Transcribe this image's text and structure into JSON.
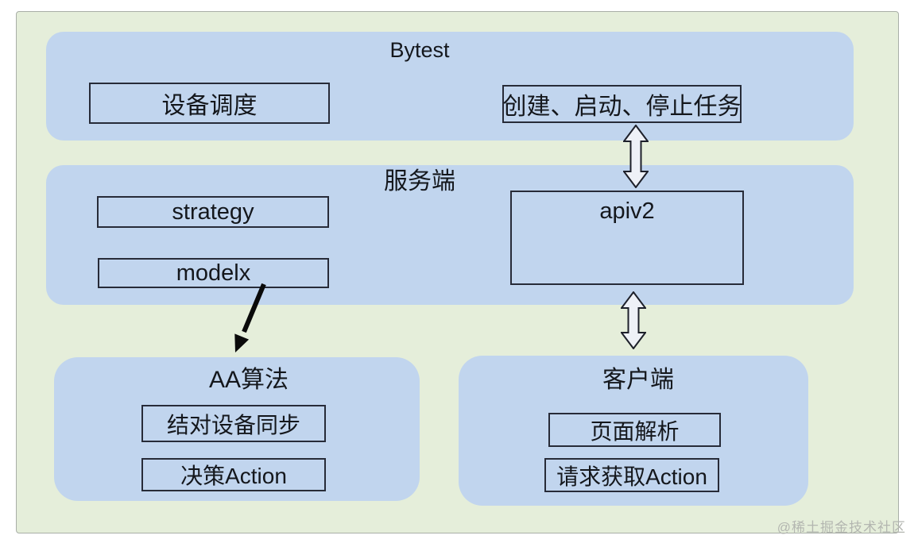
{
  "colors": {
    "page_bg": "#ffffff",
    "board_bg": "#e5eeda",
    "board_border": "#a9afa7",
    "panel_bg": "#c1d5ee",
    "box_border": "#272b38",
    "text": "#14171c",
    "arrow_fill": "#eef1f7",
    "arrow_stroke": "#1d202a",
    "black_arrow": "#0a0a0a",
    "watermark": "#b3b6b0"
  },
  "groups": {
    "bytest": {
      "title": "Bytest",
      "boxes": {
        "device_scheduling": "设备调度",
        "task_lifecycle": "创建、启动、停止任务"
      }
    },
    "server": {
      "title": "服务端",
      "boxes": {
        "strategy": "strategy",
        "modelx": "modelx",
        "apiv2": "apiv2"
      }
    },
    "aa_algorithm": {
      "title": "AA算法",
      "boxes": {
        "pair_device_sync": "结对设备同步",
        "decision_action": "决策Action"
      }
    },
    "client": {
      "title": "客户端",
      "boxes": {
        "page_parse": "页面解析",
        "request_action": "请求获取Action"
      }
    }
  },
  "watermark": "@稀土掘金技术社区"
}
